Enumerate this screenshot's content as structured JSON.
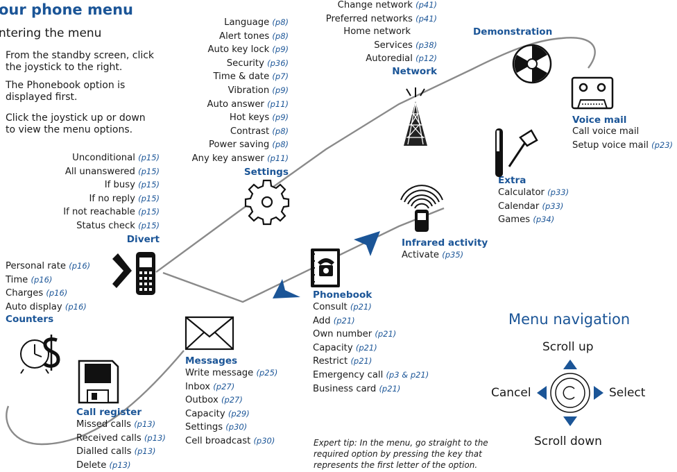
{
  "title": "our phone menu",
  "subtitle": "ntering the menu",
  "intro": {
    "step1": "From the standby screen, click the joystick to the right.",
    "step2_a": "The ",
    "step2_b": "Phonebook",
    "step2_c": " option is displayed first.",
    "step3": "Click the joystick up or down to view the menu options."
  },
  "network": {
    "heading": "Network",
    "items": [
      {
        "label": "Change network ",
        "page": "(p41)"
      },
      {
        "label": "Preferred networks ",
        "page": "(p41)"
      },
      {
        "label": "Home network",
        "page": ""
      },
      {
        "label": "Services ",
        "page": "(p38)"
      },
      {
        "label": "Autoredial ",
        "page": "(p12)"
      }
    ]
  },
  "settings": {
    "heading": "Settings",
    "items": [
      {
        "label": "Language ",
        "page": "(p8)"
      },
      {
        "label": "Alert tones ",
        "page": "(p8)"
      },
      {
        "label": "Auto key lock ",
        "page": "(p9)"
      },
      {
        "label": "Security ",
        "page": "(p36)"
      },
      {
        "label": "Time & date ",
        "page": "(p7)"
      },
      {
        "label": "Vibration ",
        "page": "(p9)"
      },
      {
        "label": "Auto answer ",
        "page": "(p11)"
      },
      {
        "label": "Hot keys ",
        "page": "(p9)"
      },
      {
        "label": "Contrast ",
        "page": "(p8)"
      },
      {
        "label": "Power saving ",
        "page": "(p8)"
      },
      {
        "label": "Any key answer ",
        "page": "(p11)"
      }
    ]
  },
  "divert": {
    "heading": "Divert",
    "items": [
      {
        "label": "Unconditional ",
        "page": "(p15)"
      },
      {
        "label": "All unanswered ",
        "page": "(p15)"
      },
      {
        "label": "If busy ",
        "page": "(p15)"
      },
      {
        "label": "If no reply ",
        "page": "(p15)"
      },
      {
        "label": "If not reachable ",
        "page": "(p15)"
      },
      {
        "label": "Status check ",
        "page": "(p15)"
      }
    ]
  },
  "counters": {
    "heading": "Counters",
    "items": [
      {
        "label": "Personal rate ",
        "page": "(p16)"
      },
      {
        "label": "Time ",
        "page": "(p16)"
      },
      {
        "label": "Charges ",
        "page": "(p16)"
      },
      {
        "label": "Auto display ",
        "page": "(p16)"
      }
    ]
  },
  "call_register": {
    "heading": "Call register",
    "items": [
      {
        "label": "Missed calls ",
        "page": "(p13)"
      },
      {
        "label": "Received calls ",
        "page": "(p13)"
      },
      {
        "label": "Dialled calls ",
        "page": "(p13)"
      },
      {
        "label": "Delete ",
        "page": "(p13)"
      }
    ]
  },
  "messages": {
    "heading": "Messages",
    "items": [
      {
        "label": "Write message ",
        "page": "(p25)"
      },
      {
        "label": "Inbox ",
        "page": "(p27)"
      },
      {
        "label": "Outbox ",
        "page": "(p27)"
      },
      {
        "label": "Capacity ",
        "page": "(p29)"
      },
      {
        "label": "Settings ",
        "page": "(p30)"
      },
      {
        "label": "Cell broadcast ",
        "page": "(p30)"
      }
    ]
  },
  "phonebook": {
    "heading": "Phonebook",
    "items": [
      {
        "label": "Consult ",
        "page": "(p21)"
      },
      {
        "label": "Add ",
        "page": "(p21)"
      },
      {
        "label": "Own number ",
        "page": "(p21)"
      },
      {
        "label": "Capacity ",
        "page": "(p21)"
      },
      {
        "label": "Restrict ",
        "page": "(p21)"
      },
      {
        "label": "Emergency call ",
        "page": "(p3 & p21)"
      },
      {
        "label": "Business card ",
        "page": "(p21)"
      }
    ]
  },
  "infrared": {
    "heading": "Infrared activity",
    "items": [
      {
        "label": "Activate ",
        "page": "(p35)"
      }
    ]
  },
  "extra": {
    "heading": "Extra",
    "items": [
      {
        "label": "Calculator ",
        "page": "(p33)"
      },
      {
        "label": "Calendar ",
        "page": "(p33)"
      },
      {
        "label": "Games ",
        "page": "(p34)"
      }
    ]
  },
  "demonstration": {
    "heading": "Demonstration"
  },
  "voice_mail": {
    "heading": "Voice mail",
    "items": [
      {
        "label": "Call voice mail",
        "page": ""
      },
      {
        "label": "Setup voice mail ",
        "page": "(p23)"
      }
    ]
  },
  "navigation": {
    "title": "Menu navigation",
    "up": "Scroll up",
    "down": "Scroll down",
    "left": "Cancel",
    "right": "Select"
  },
  "tip": {
    "line1": "Expert tip: In the menu, go straight to the",
    "line2": "required option by pressing the key that",
    "line3": "represents the first letter of the option."
  },
  "colors": {
    "heading": "#1b5597",
    "text": "#1a1a1a",
    "track": "#8a8a8a",
    "arrow": "#1b5597"
  },
  "icons": [
    "demonstration-reel-icon",
    "voice-mail-cassette-icon",
    "network-tower-icon",
    "extra-tools-icon",
    "settings-gear-icon",
    "infrared-phone-icon",
    "divert-phone-icon",
    "phonebook-icon",
    "messages-envelope-icon",
    "counters-clock-dollar-icon",
    "call-register-disk-icon",
    "joystick-icon"
  ]
}
